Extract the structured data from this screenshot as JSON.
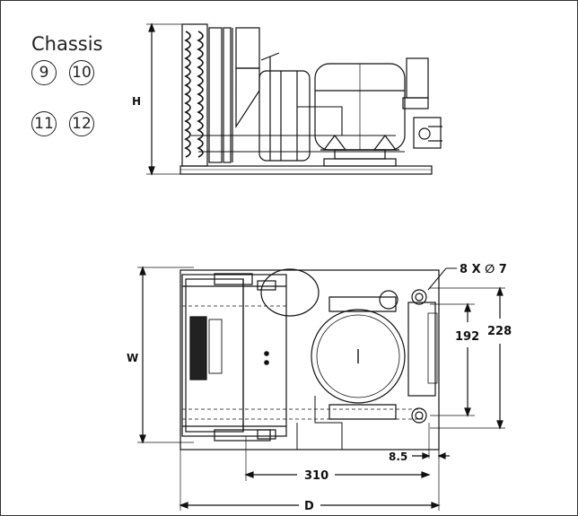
{
  "legend": {
    "title": "Chassis",
    "chassis_numbers": [
      "9",
      "10",
      "11",
      "12"
    ]
  },
  "side_view": {
    "height_label": "H"
  },
  "top_view": {
    "width_label": "W",
    "depth_label": "D",
    "hole_spec": "8 X ∅ 7",
    "dimensions": {
      "hole_spacing_inner": "192",
      "hole_spacing_outer": "228",
      "edge_offset": "8.5",
      "hole_spacing_depth": "310"
    }
  },
  "colors": {
    "line": "#111111",
    "background": "#ffffff"
  }
}
